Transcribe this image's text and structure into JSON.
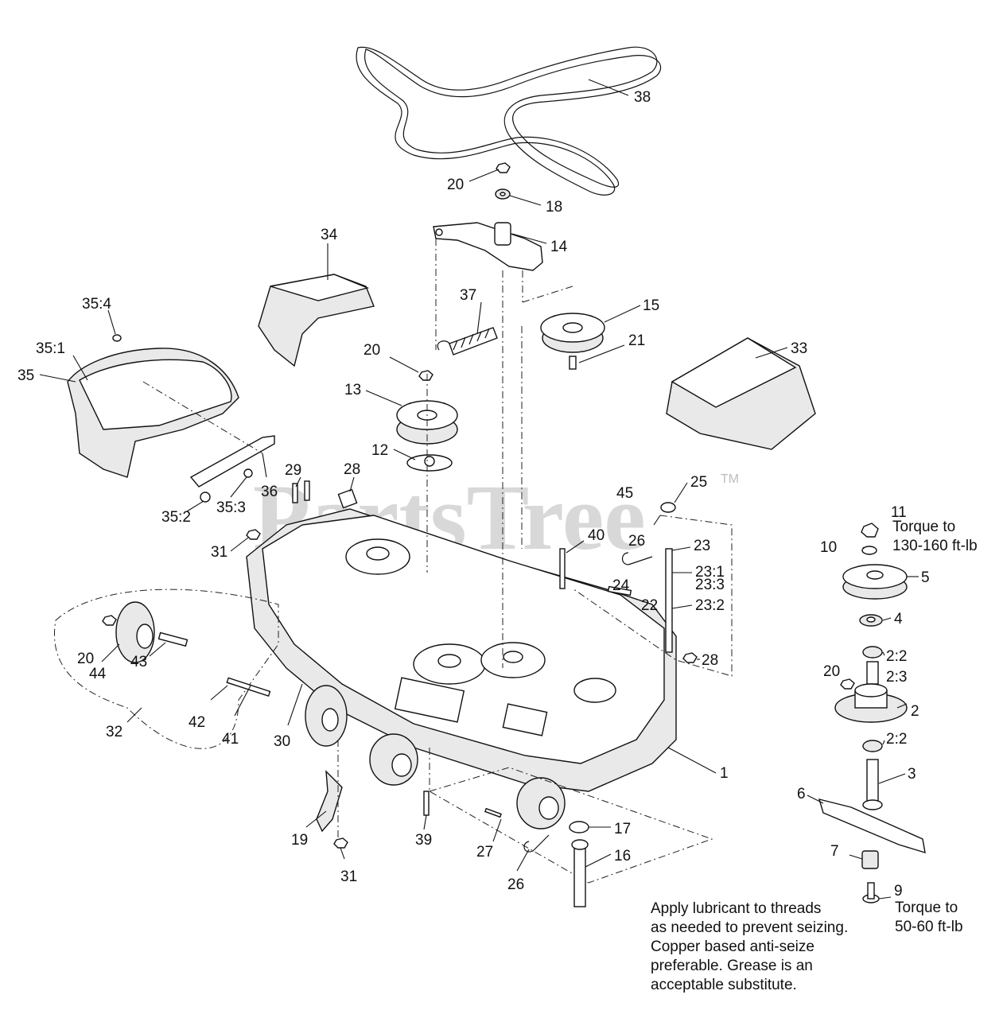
{
  "watermark": {
    "text": "PartsTree",
    "tm": "TM"
  },
  "labels": {
    "p38": "38",
    "p20a": "20",
    "p18": "18",
    "p14": "14",
    "p34": "34",
    "p37": "37",
    "p15": "15",
    "p35_4": "35:4",
    "p35_1": "35:1",
    "p35": "35",
    "p20b": "20",
    "p21": "21",
    "p33": "33",
    "p13": "13",
    "p12": "12",
    "p29": "29",
    "p28a": "28",
    "p36": "36",
    "p35_2": "35:2",
    "p35_3": "35:3",
    "p31a": "31",
    "p25": "25",
    "p45": "45",
    "p40": "40",
    "p26a": "26",
    "p23": "23",
    "p23_1": "23:1",
    "p24": "24",
    "p22": "22",
    "p23_3": "23:3",
    "p23_2": "23:2",
    "p28b": "28",
    "p11": "11",
    "p10": "10",
    "p5": "5",
    "p4": "4",
    "p2_2a": "2:2",
    "p2_3": "2:3",
    "p20c": "20",
    "p2": "2",
    "p2_2b": "2:2",
    "p3": "3",
    "p6": "6",
    "p7": "7",
    "p9": "9",
    "p20d": "20",
    "p44": "44",
    "p43": "43",
    "p42": "42",
    "p41": "41",
    "p32": "32",
    "p30": "30",
    "p1": "1",
    "p19": "19",
    "p31b": "31",
    "p39": "39",
    "p27": "27",
    "p17": "17",
    "p16": "16",
    "p26b": "26"
  },
  "torque_notes": {
    "t11_line1": "Torque to",
    "t11_line2": "130-160 ft-lb",
    "t9_line1": "Torque to",
    "t9_line2": "50-60 ft-lb"
  },
  "footnote": [
    "Apply lubricant to threads",
    "as needed to prevent seizing.",
    "Copper  based anti-seize",
    "preferable. Grease is an",
    "acceptable substitute."
  ]
}
